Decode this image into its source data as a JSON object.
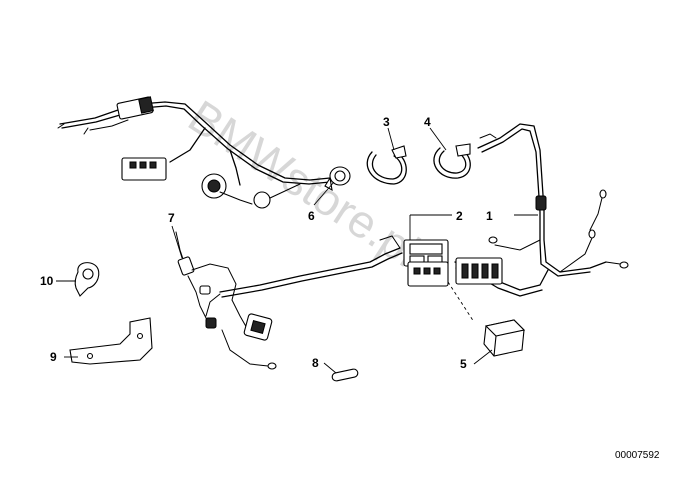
{
  "diagram": {
    "watermark": "BMWstore.pl",
    "image_code": "00007592",
    "callouts": [
      "1",
      "2",
      "3",
      "4",
      "5",
      "6",
      "7",
      "8",
      "9",
      "10"
    ]
  }
}
